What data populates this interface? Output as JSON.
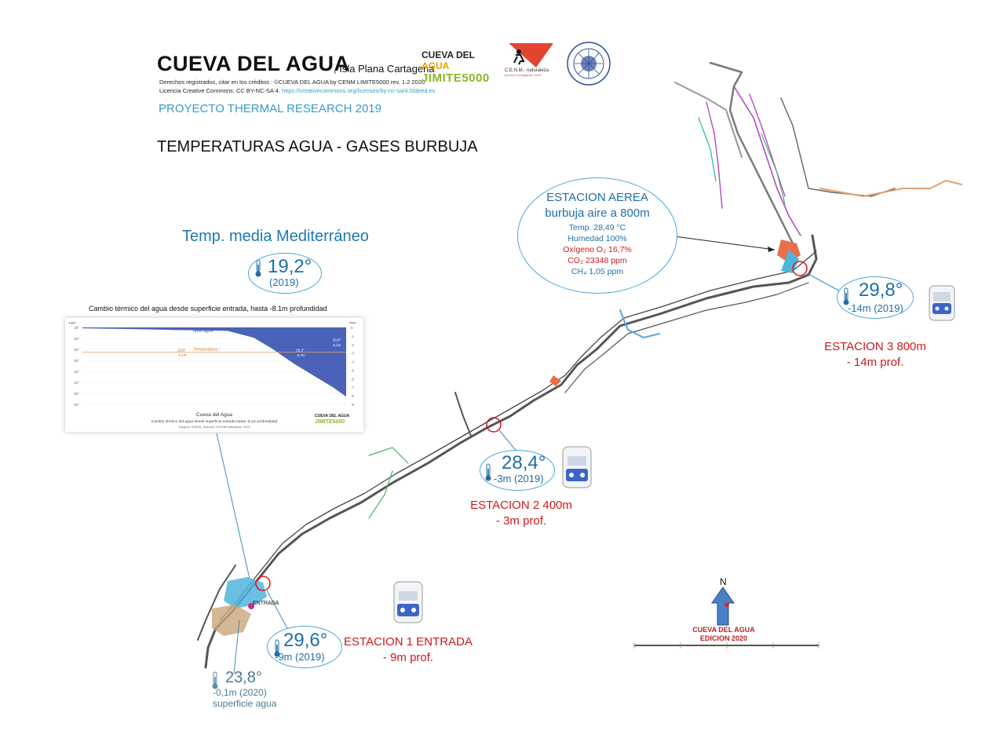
{
  "header": {
    "title": "CUEVA DEL AGUA",
    "subtitle": ", Isla Plana Cartagena",
    "credits_line1": "Derechos registrados, citar en los créditos : ©CUEVA DEL AGUA by CENM LIMITE5000 rev. 1.2 2020",
    "license_text": "Licencia Creative Commons: CC BY-NC-SA 4.",
    "license_url": "https://creativecommons.org/licenses/by-nc-sa/4.0/deed.es",
    "project": "PROYECTO THERMAL RESEARCH 2019",
    "heading": "TEMPERATURAS AGUA - GASES BURBUJA"
  },
  "logos": {
    "cueva_line1_a": "CUEVA DEL ",
    "cueva_line1_b": "AGUA",
    "limite": "JIMITE5000",
    "cenm": "C.E.N.M.- naturaleza",
    "cenm_sub": "premio investigación 2018"
  },
  "mediterraneo": {
    "title": "Temp. media Mediterráneo",
    "temp": "19,2°",
    "year": "(2019)"
  },
  "chart_data": {
    "type": "area",
    "title": "Cambio térmico del agua desde superficie entrada, hasta -8.1m profundidad",
    "caption_title": "Cueva del Agua",
    "caption_line1": "Cambio térmico del agua desde superficie entrada  hasta -8,1m profundidad",
    "caption_line2": "Equipos: SAESA, Seacraft,  ©CENM naturaleza, 2020",
    "left_axis_label": "TMP",
    "right_axis_label": "PRF",
    "left_ticks": [
      "35°",
      "30°",
      "25°",
      "20°",
      "15°",
      "10°",
      "05°",
      "00°"
    ],
    "right_ticks": [
      "0",
      "-1",
      "-2",
      "-3",
      "-4",
      "-5",
      "-6",
      "-7",
      "-8",
      "-9"
    ],
    "series_water": "nivel agua",
    "series_temp": "Temperatura °",
    "depth_profile": [
      {
        "x": 0,
        "depth": -0.1
      },
      {
        "x": 0.2,
        "depth": -0.2
      },
      {
        "x": 0.35,
        "depth": -0.3
      },
      {
        "x": 0.55,
        "depth": -0.4
      },
      {
        "x": 0.65,
        "depth": -1.2
      },
      {
        "x": 0.72,
        "depth": -2.5
      },
      {
        "x": 0.8,
        "depth": -4.2
      },
      {
        "x": 0.88,
        "depth": -5.7
      },
      {
        "x": 0.95,
        "depth": -7.0
      },
      {
        "x": 1.0,
        "depth": -8.1
      }
    ],
    "temperature": 23.8,
    "annotations": [
      {
        "temp": "23,8°",
        "depth": "-0,1m"
      },
      {
        "temp": "25,3°",
        "depth": "-5,7m"
      },
      {
        "temp": "28,9°",
        "depth": "8,1m"
      }
    ]
  },
  "stations": {
    "aerea": {
      "title1": "ESTACION AEREA",
      "title2": "burbuja aire a 800m",
      "temp": "Temp. 28,49 °C",
      "humidity": "Humedad 100%",
      "oxygen": "Oxígeno O₂ 16,7%",
      "co2": "CO₂ 23348 ppm",
      "ch4": "CH₄ 1,05 ppm"
    },
    "s3": {
      "temp": "29,8°",
      "depth": "-14m (2019)",
      "name": "ESTACION 3 800m",
      "prof": "- 14m prof."
    },
    "s2": {
      "temp": "28,4°",
      "depth": "-3m (2019)",
      "name": "ESTACION 2  400m",
      "prof": "- 3m prof."
    },
    "s1": {
      "temp": "29,6°",
      "depth": "-9m (2019)",
      "name": "ESTACION 1 ENTRADA",
      "prof": "- 9m prof."
    },
    "surface": {
      "temp": "23,8°",
      "depth": "-0,1m (2020)",
      "label": "superficie agua"
    }
  },
  "map": {
    "entrance_label": "ENTRADA",
    "north": "N",
    "caption_line1": "CUEVA DEL AGUA",
    "caption_line2": "EDICION 2020"
  },
  "colors": {
    "accent_blue": "#1f6fa8",
    "station_red": "#d0181c",
    "water_fill": "#4a63b8"
  }
}
